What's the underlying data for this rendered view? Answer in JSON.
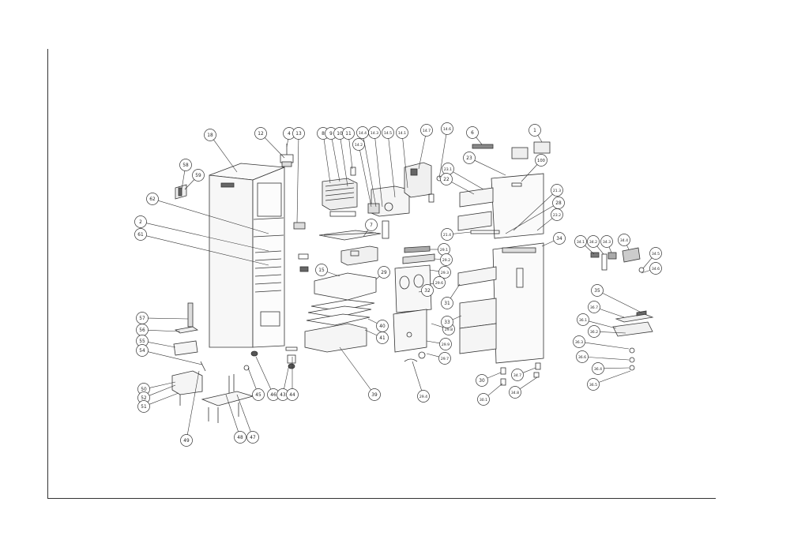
{
  "title": "",
  "colors": {
    "line": "#333333",
    "bubble_fill": "#ffffff",
    "part_fill": "#f4f4f4",
    "dark": "#555555"
  },
  "callouts": [
    {
      "id": "c-18",
      "label": "18"
    },
    {
      "id": "c-12",
      "label": "12"
    },
    {
      "id": "c-4",
      "label": "4"
    },
    {
      "id": "c-13",
      "label": "13"
    },
    {
      "id": "c-8",
      "label": "8"
    },
    {
      "id": "c-9",
      "label": "9"
    },
    {
      "id": "c-10",
      "label": "10"
    },
    {
      "id": "c-11",
      "label": "11"
    },
    {
      "id": "c-14-4",
      "label": "14.4"
    },
    {
      "id": "c-14-3",
      "label": "14.3"
    },
    {
      "id": "c-14-2",
      "label": "14.2"
    },
    {
      "id": "c-14-5",
      "label": "14.5"
    },
    {
      "id": "c-14-1",
      "label": "14.1"
    },
    {
      "id": "c-14-7",
      "label": "14.7"
    },
    {
      "id": "c-14-6",
      "label": "14.6"
    },
    {
      "id": "c-6",
      "label": "6"
    },
    {
      "id": "c-1",
      "label": "1"
    },
    {
      "id": "c-58",
      "label": "58"
    },
    {
      "id": "c-59",
      "label": "59"
    },
    {
      "id": "c-62",
      "label": "62"
    },
    {
      "id": "c-2",
      "label": "2"
    },
    {
      "id": "c-61",
      "label": "61"
    },
    {
      "id": "c-7",
      "label": "7"
    },
    {
      "id": "c-23",
      "label": "23"
    },
    {
      "id": "c-23-1",
      "label": "23.1"
    },
    {
      "id": "c-22",
      "label": "22"
    },
    {
      "id": "c-100",
      "label": "100"
    },
    {
      "id": "c-21-3",
      "label": "21.3"
    },
    {
      "id": "c-28",
      "label": "28"
    },
    {
      "id": "c-23-2",
      "label": "23.2"
    },
    {
      "id": "c-21-4",
      "label": "21.4"
    },
    {
      "id": "c-29-1",
      "label": "29.1"
    },
    {
      "id": "c-29-2",
      "label": "29.2"
    },
    {
      "id": "c-29-3",
      "label": "29.3"
    },
    {
      "id": "c-29-6",
      "label": "29.6"
    },
    {
      "id": "c-32",
      "label": "32"
    },
    {
      "id": "c-15",
      "label": "15"
    },
    {
      "id": "c-29",
      "label": "29"
    },
    {
      "id": "c-34",
      "label": "34"
    },
    {
      "id": "c-34-1",
      "label": "34.1"
    },
    {
      "id": "c-34-2",
      "label": "34.2"
    },
    {
      "id": "c-34-3",
      "label": "34.3"
    },
    {
      "id": "c-34-4",
      "label": "34.4"
    },
    {
      "id": "c-34-5",
      "label": "34.5"
    },
    {
      "id": "c-34-6",
      "label": "34.6"
    },
    {
      "id": "c-57",
      "label": "57"
    },
    {
      "id": "c-56",
      "label": "56"
    },
    {
      "id": "c-55",
      "label": "55"
    },
    {
      "id": "c-54",
      "label": "54"
    },
    {
      "id": "c-50",
      "label": "50"
    },
    {
      "id": "c-52",
      "label": "52"
    },
    {
      "id": "c-51",
      "label": "51"
    },
    {
      "id": "c-49",
      "label": "49"
    },
    {
      "id": "c-48",
      "label": "48"
    },
    {
      "id": "c-47",
      "label": "47"
    },
    {
      "id": "c-45",
      "label": "45"
    },
    {
      "id": "c-46",
      "label": "46"
    },
    {
      "id": "c-43",
      "label": "43"
    },
    {
      "id": "c-44",
      "label": "44"
    },
    {
      "id": "c-40",
      "label": "40"
    },
    {
      "id": "c-41",
      "label": "41"
    },
    {
      "id": "c-39",
      "label": "39"
    },
    {
      "id": "c-29-8",
      "label": "29.8"
    },
    {
      "id": "c-29-9",
      "label": "29.9"
    },
    {
      "id": "c-29-7",
      "label": "29.7"
    },
    {
      "id": "c-29-4",
      "label": "29.4"
    },
    {
      "id": "c-31",
      "label": "31"
    },
    {
      "id": "c-33",
      "label": "33"
    },
    {
      "id": "c-30",
      "label": "30"
    },
    {
      "id": "c-30-1",
      "label": "30.1"
    },
    {
      "id": "c-34-7",
      "label": "34.7"
    },
    {
      "id": "c-34-8",
      "label": "34.8"
    },
    {
      "id": "c-35",
      "label": "35"
    },
    {
      "id": "c-36-7",
      "label": "36.7"
    },
    {
      "id": "c-36-1",
      "label": "36.1"
    },
    {
      "id": "c-36-2",
      "label": "36.2"
    },
    {
      "id": "c-36-3",
      "label": "36.3"
    },
    {
      "id": "c-36-6",
      "label": "36.6"
    },
    {
      "id": "c-36-4",
      "label": "36.4"
    },
    {
      "id": "c-36-5",
      "label": "36.5"
    }
  ]
}
